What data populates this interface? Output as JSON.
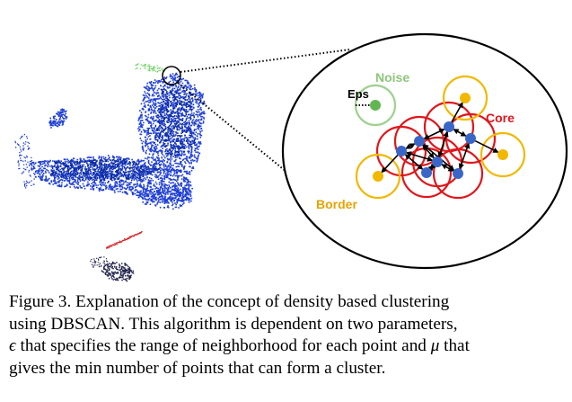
{
  "figure": {
    "labels": {
      "noise": "Noise",
      "eps": "Eps",
      "core": "Core",
      "border": "Border"
    },
    "colors": {
      "point_cloud": "#1f3fd6",
      "point_cloud_dark": "#0a2a9e",
      "ground_points": "#20224a",
      "red_points": "#d42020",
      "green_points": "#66d45a",
      "core_point": "#3a66c8",
      "core_circle": "#e0161b",
      "border_point": "#f2b800",
      "border_circle": "#f2b800",
      "noise_point": "#63b752",
      "noise_circle": "#9ed18f",
      "noise_label": "#8fc57d",
      "core_label": "#e0161b",
      "border_label": "#e6a400"
    }
  },
  "caption": {
    "line1": "Figure 3. Explanation of the concept of density based clustering",
    "line2": "using DBSCAN. This algorithm is dependent on two parameters,",
    "line3_sym": "ϵ",
    "line3_rest": " that specifies the range of neighborhood for each point and ",
    "line3_sym2": "μ",
    "line3_end": " that",
    "line4": "gives the min number of points that can form a cluster."
  }
}
